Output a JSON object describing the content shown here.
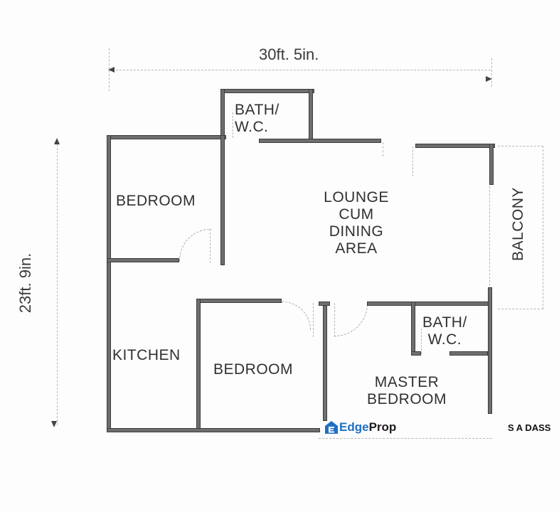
{
  "plan": {
    "width_dimension": "30ft. 5in.",
    "depth_dimension": "23ft. 9in.",
    "rooms": [
      {
        "name": "bath-top",
        "label_lines": [
          "BATH/",
          "W.C."
        ]
      },
      {
        "name": "bedroom-1",
        "label_lines": [
          "BEDROOM"
        ]
      },
      {
        "name": "lounge",
        "label_lines": [
          "LOUNGE",
          "CUM",
          "DINING",
          "AREA"
        ]
      },
      {
        "name": "balcony",
        "label_lines": [
          "BALCONY"
        ]
      },
      {
        "name": "kitchen",
        "label_lines": [
          "KITCHEN"
        ]
      },
      {
        "name": "bedroom-2",
        "label_lines": [
          "BEDROOM"
        ]
      },
      {
        "name": "bath-master",
        "label_lines": [
          "BATH/",
          "W.C."
        ]
      },
      {
        "name": "master-bedroom",
        "label_lines": [
          "MASTER",
          "BEDROOM"
        ]
      }
    ]
  },
  "watermark": {
    "brand_edge": "Edge",
    "brand_prop": "Prop",
    "brand_color": "#1f6fc4",
    "agent_name": "S A DASS"
  }
}
